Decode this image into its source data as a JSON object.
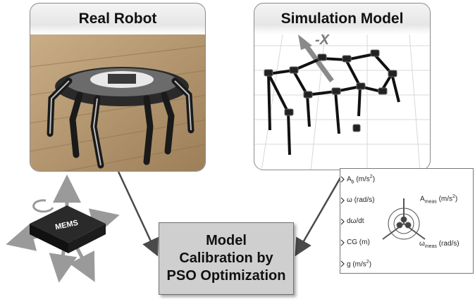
{
  "panels": {
    "real_robot": {
      "title": "Real Robot"
    },
    "simulation": {
      "title": "Simulation Model",
      "axis_label": "-X"
    }
  },
  "mems": {
    "label": "MEMS"
  },
  "calibration": {
    "line1": "Model",
    "line2": "Calibration by",
    "line3": "PSO Optimization"
  },
  "sim_block": {
    "inputs": [
      {
        "main": "A",
        "sub": "b",
        "rest": " (m/s",
        "sup": "2",
        "end": ")"
      },
      {
        "main": "ω (rad/s)"
      },
      {
        "main": "dω/dt"
      },
      {
        "main": "CG (m)"
      },
      {
        "main": "g  (m/s",
        "sup": "2",
        "end": ")"
      }
    ],
    "outputs": [
      {
        "main": "A",
        "sub": "meas",
        "rest": " (m/s",
        "sup": "2",
        "end": ")"
      },
      {
        "main": "ω",
        "sub": "meas",
        "rest": " (rad/s)"
      }
    ]
  },
  "colors": {
    "arrow": "#4a4a4a",
    "box_fill": "#cfcfcf",
    "robot_dark": "#1a1a1a",
    "floor": "#b89a72"
  }
}
